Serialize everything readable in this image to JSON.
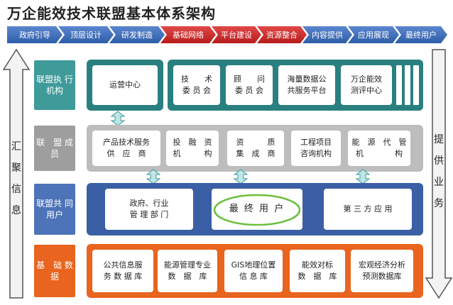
{
  "title": "万企能效技术联盟基本体系架构",
  "steps": [
    "政府引导",
    "顶层设计",
    "研发制造",
    "基础网络",
    "平台建设",
    "资源整合",
    "内容提供",
    "应用展现",
    "最终用户"
  ],
  "left_arrow_text": [
    "汇",
    "聚",
    "信",
    "息"
  ],
  "right_arrow_text": [
    "提",
    "供",
    "业",
    "务"
  ],
  "rows": {
    "exec": {
      "label": "联盟执\n行机构",
      "boxes": [
        "运营中心",
        "技　　术\n委 员 会",
        "顾　　问\n委 员 会",
        "海量数据公\n共服务平台",
        "万企能效\n测评中心"
      ]
    },
    "members": {
      "label": "联　盟\n成　员",
      "boxes": [
        "产品技术服务\n供　应　商",
        "投　融　资\n机　　　构",
        "资　　　质\n集　成　商",
        "工程项目\n咨询机构",
        "能　源　代　管\n机　　　　构"
      ]
    },
    "users": {
      "label": "联盟共\n同用户",
      "boxes": [
        "政府、行业\n管 理 部 门",
        "最 终 用 户",
        "第 三 方 应 用"
      ]
    },
    "data": {
      "label": "基　础\n数　据",
      "boxes": [
        "公共信息服\n务 数 据 库",
        "能源管理专业\n数　据　库",
        "GIS地理位置\n信 息 库",
        "能效对标\n数　据　库",
        "宏观经济分析\n预测数据库"
      ]
    }
  },
  "colors": {
    "step_blue": "#2e5ea8",
    "step_red": "#c62828",
    "exec_band": "#2a8080",
    "exec_label": "#3f9a9a",
    "member_band": "#bdbdbd",
    "member_label": "#9e9e9e",
    "users_band": "#3a5fa5",
    "users_label": "#4d73b8",
    "data_band": "#e9641e",
    "data_label": "#e9641e",
    "highlight_ellipse": "#6dbf3c"
  }
}
